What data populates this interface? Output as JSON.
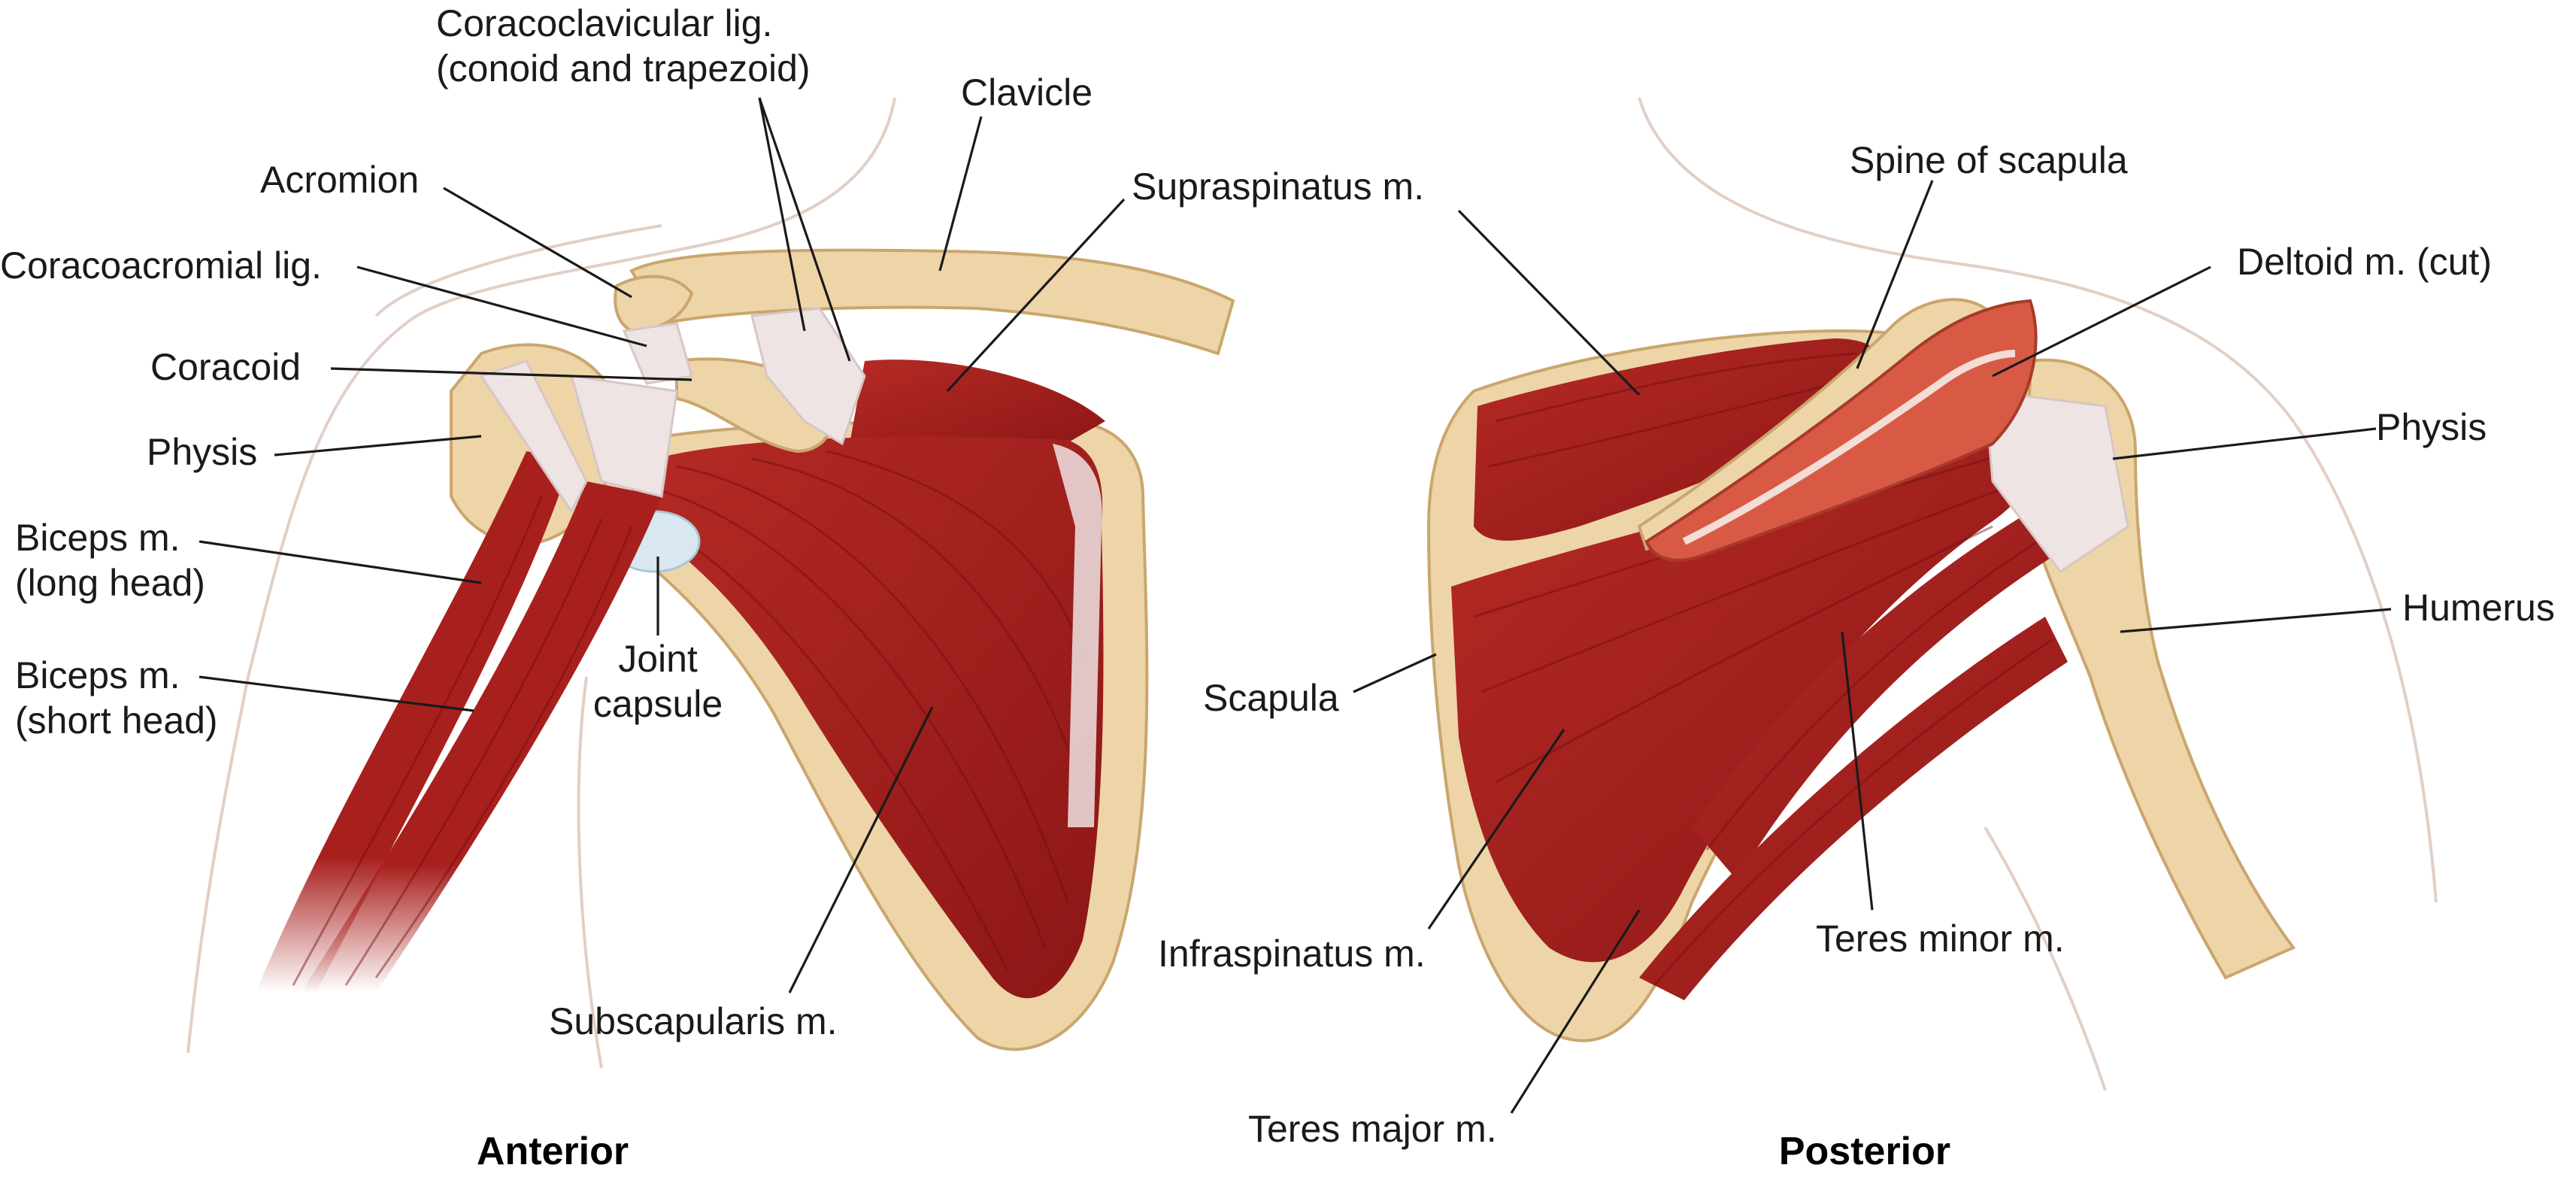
{
  "anterior": {
    "view_label": "Anterior",
    "labels": {
      "coracoclavicular_1": "Coracoclavicular lig.",
      "coracoclavicular_2": "(conoid and trapezoid)",
      "clavicle": "Clavicle",
      "acromion": "Acromion",
      "coracoacromial": "Coracoacromial lig.",
      "coracoid": "Coracoid",
      "supraspinatus": "Supraspinatus m.",
      "physis": "Physis",
      "biceps_long_1": "Biceps m.",
      "biceps_long_2": "(long head)",
      "joint_capsule_1": "Joint",
      "joint_capsule_2": "capsule",
      "biceps_short_1": "Biceps m.",
      "biceps_short_2": "(short head)",
      "subscapularis": "Subscapularis m."
    }
  },
  "posterior": {
    "view_label": "Posterior",
    "labels": {
      "spine_of_scapula": "Spine of scapula",
      "deltoid": "Deltoid m. (cut)",
      "physis": "Physis",
      "humerus": "Humerus",
      "scapula": "Scapula",
      "infraspinatus": "Infraspinatus m.",
      "teres_minor": "Teres minor m.",
      "teres_major": "Teres major m."
    }
  },
  "colors": {
    "muscle": "#a8201e",
    "muscle_dark": "#7e1313",
    "bone": "#edd5a8",
    "tendon": "#eee4e4",
    "deltoid_cut": "#d85a45"
  }
}
